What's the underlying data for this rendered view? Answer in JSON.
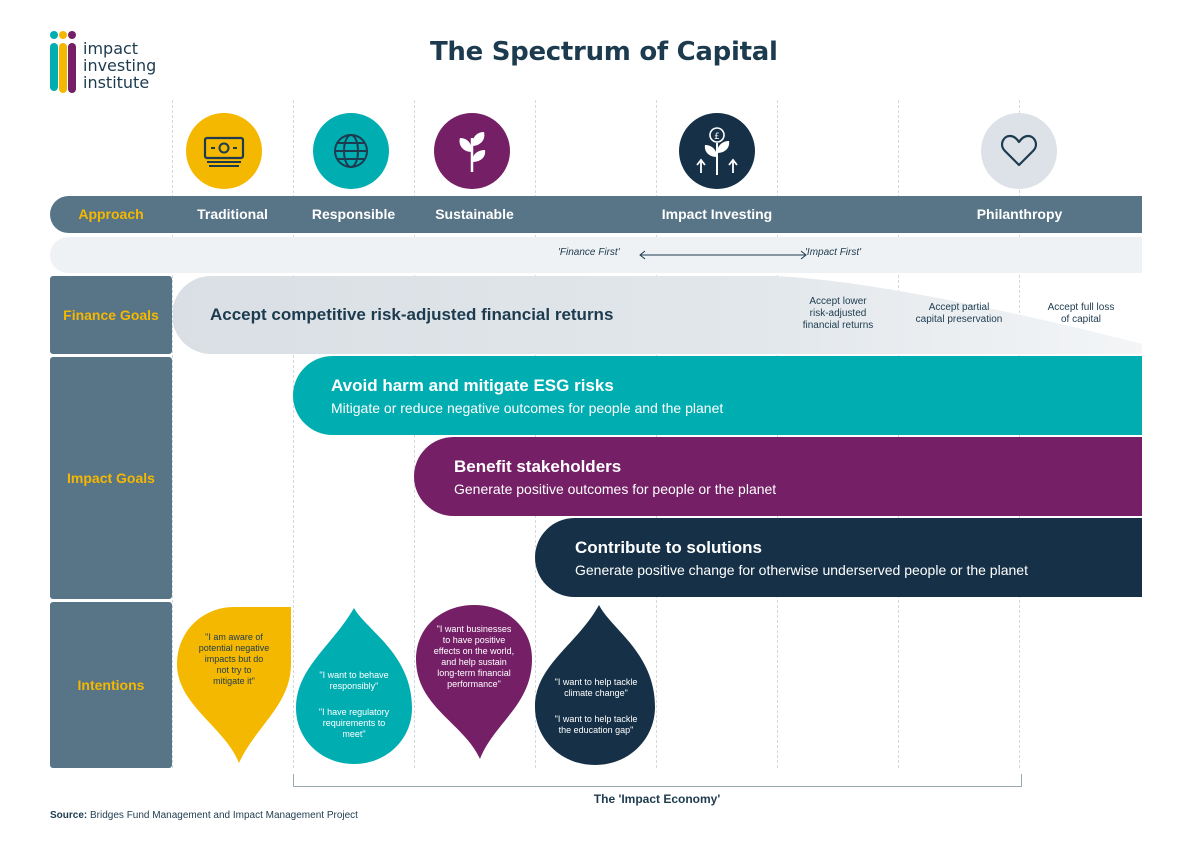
{
  "logo": {
    "line1": "impact",
    "line2": "investing",
    "line3": "institute"
  },
  "title": "The Spectrum of Capital",
  "approach": {
    "header": "Approach",
    "columns": [
      "Traditional",
      "Responsible",
      "Sustainable",
      "Impact Investing",
      "Philanthropy"
    ]
  },
  "finance_first": {
    "left": "'Finance First'",
    "right": "'Impact First'"
  },
  "rows": {
    "finance": "Finance Goals",
    "impact": "Impact Goals",
    "intentions": "Intentions"
  },
  "finance_goals": {
    "main": "Accept competitive risk-adjusted financial returns",
    "lower": [
      "Accept lower",
      "risk-adjusted",
      "financial returns"
    ],
    "partial": [
      "Accept partial",
      "capital preservation"
    ],
    "full": [
      "Accept full loss",
      "of capital"
    ]
  },
  "impact_goals": [
    {
      "title": "Avoid harm and mitigate ESG risks",
      "subtitle": "Mitigate or reduce negative outcomes for people and the planet"
    },
    {
      "title": "Benefit stakeholders",
      "subtitle": "Generate positive outcomes for people or the planet"
    },
    {
      "title": "Contribute to solutions",
      "subtitle": "Generate positive change for otherwise underserved people or the planet"
    }
  ],
  "intentions": {
    "traditional": [
      "\"I am aware of",
      "potential negative",
      "impacts but do",
      "not try to",
      "mitigate it\""
    ],
    "responsible_a": [
      "\"I want to behave",
      "responsibly\""
    ],
    "responsible_b": [
      "\"I have regulatory",
      "requirements to",
      "meet\""
    ],
    "sustainable": [
      "\"I want businesses",
      "to have positive",
      "effects on the world,",
      "and help sustain",
      "long-term financial",
      "performance\""
    ],
    "impact_a": [
      "\"I want to help tackle",
      "climate change\""
    ],
    "impact_b": [
      "\"I want to help tackle",
      "the education gap\""
    ]
  },
  "impact_economy": "The 'Impact Economy'",
  "source": {
    "label": "Source:",
    "text": " Bridges Fund Management and Impact Management Project"
  },
  "colors": {
    "navy": "#1d3b4f",
    "slate": "#587487",
    "yellow": "#f5b800",
    "teal": "#00aeb2",
    "purple": "#741f66",
    "dark_navy": "#163147",
    "light_grey": "#dce2e7"
  },
  "icons": [
    "banknote-icon",
    "globe-icon",
    "leaf-plant-icon",
    "growth-plant-icon",
    "heart-icon"
  ]
}
